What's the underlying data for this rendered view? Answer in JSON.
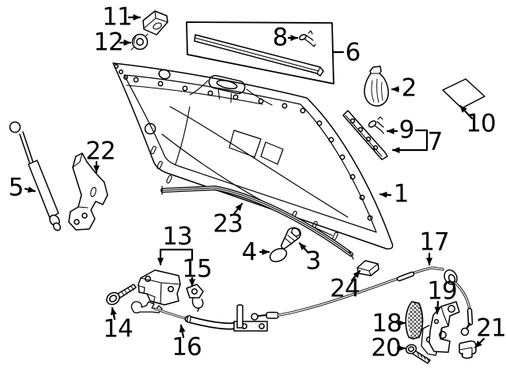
{
  "figure": {
    "kind": "exploded-parts-diagram",
    "colors": {
      "background": "#ffffff",
      "line": "#000000",
      "label": "#000000"
    }
  },
  "callouts": [
    {
      "num": "1"
    },
    {
      "num": "2"
    },
    {
      "num": "3"
    },
    {
      "num": "4"
    },
    {
      "num": "5"
    },
    {
      "num": "6"
    },
    {
      "num": "7"
    },
    {
      "num": "8"
    },
    {
      "num": "9"
    },
    {
      "num": "10"
    },
    {
      "num": "11"
    },
    {
      "num": "12"
    },
    {
      "num": "13"
    },
    {
      "num": "14"
    },
    {
      "num": "15"
    },
    {
      "num": "16"
    },
    {
      "num": "17"
    },
    {
      "num": "18"
    },
    {
      "num": "19"
    },
    {
      "num": "20"
    },
    {
      "num": "21"
    },
    {
      "num": "22"
    },
    {
      "num": "23"
    },
    {
      "num": "24"
    }
  ]
}
